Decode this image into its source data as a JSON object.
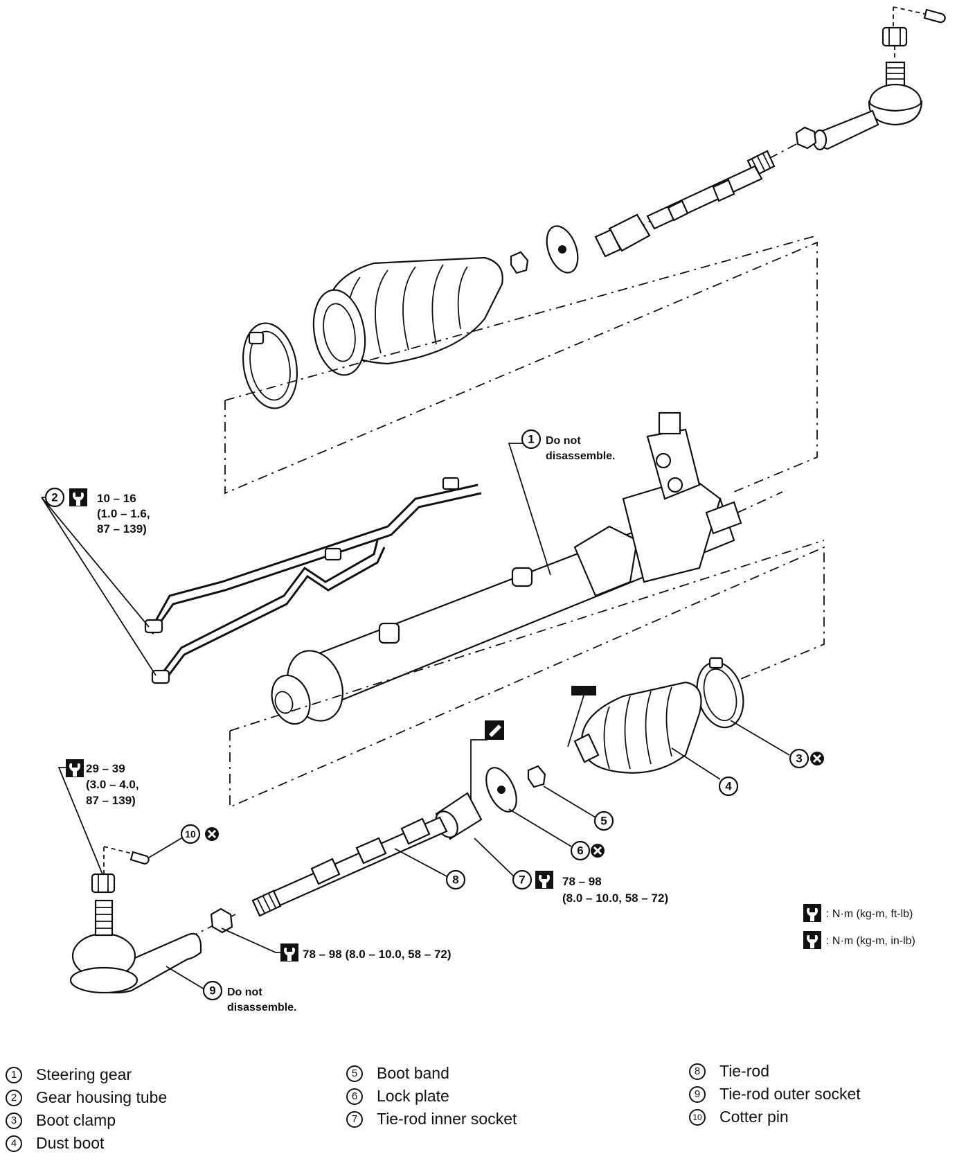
{
  "callouts": {
    "c1": {
      "num": "1",
      "note1": "Do not",
      "note2": "disassemble."
    },
    "c2": {
      "num": "2",
      "t1": "10 – 16",
      "t2": "(1.0 – 1.6,",
      "t3": "87 – 139)"
    },
    "c3": {
      "num": "3"
    },
    "c4": {
      "num": "4"
    },
    "c5": {
      "num": "5"
    },
    "c6": {
      "num": "6"
    },
    "c7": {
      "num": "7",
      "t1": "78 – 98",
      "t2": "(8.0 – 10.0, 58 – 72)"
    },
    "c8": {
      "num": "8"
    },
    "c9": {
      "num": "9",
      "note1": "Do not",
      "note2": "disassemble."
    },
    "c10": {
      "num": "10"
    },
    "nut_outer": {
      "t1": "29 – 39",
      "t2": "(3.0 – 4.0,",
      "t3": "87 – 139)"
    },
    "nut_lock": {
      "t1": "78 – 98 (8.0 – 10.0, 58 – 72)"
    }
  },
  "units": {
    "ftlb": ": N·m (kg-m, ft-lb)",
    "inlb": ": N·m (kg-m, in-lb)"
  },
  "legend": {
    "col1": [
      {
        "num": "1",
        "label": "Steering gear"
      },
      {
        "num": "2",
        "label": "Gear housing tube"
      },
      {
        "num": "3",
        "label": "Boot clamp"
      },
      {
        "num": "4",
        "label": "Dust boot"
      }
    ],
    "col2": [
      {
        "num": "5",
        "label": "Boot band"
      },
      {
        "num": "6",
        "label": "Lock plate"
      },
      {
        "num": "7",
        "label": "Tie-rod inner socket"
      }
    ],
    "col3": [
      {
        "num": "8",
        "label": "Tie-rod"
      },
      {
        "num": "9",
        "label": "Tie-rod outer socket"
      },
      {
        "num": "10",
        "label": "Cotter pin"
      }
    ]
  },
  "icons": [
    "torque-wrench-icon",
    "replace-part-x-icon",
    "grease-icon",
    "sealant-icon"
  ]
}
